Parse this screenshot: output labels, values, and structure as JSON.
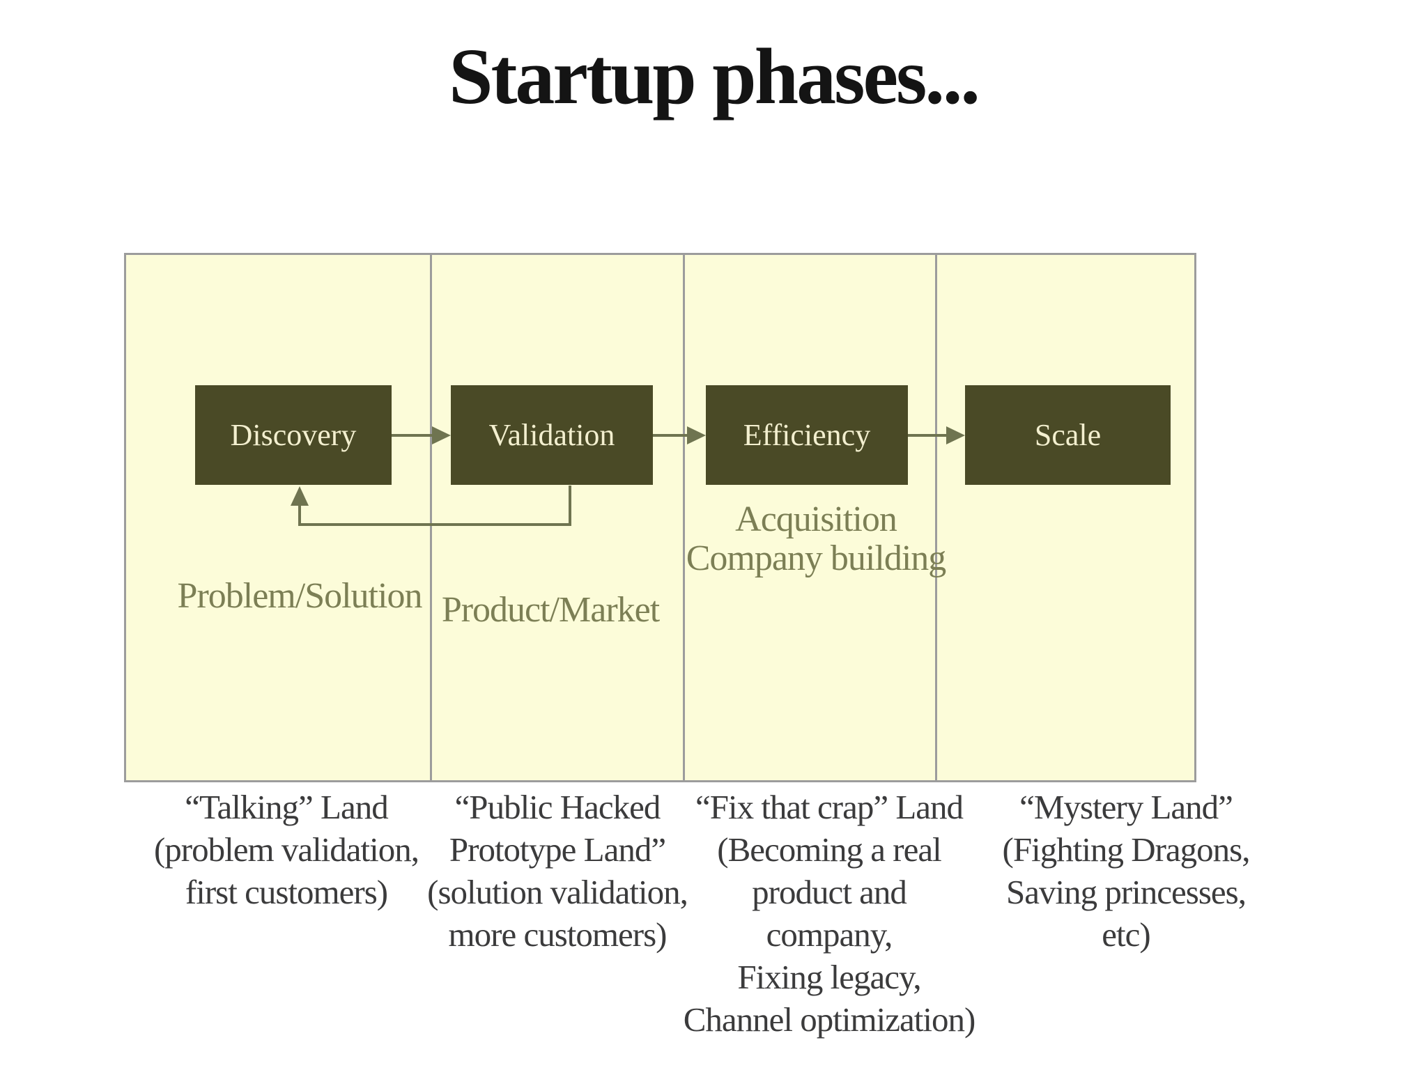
{
  "title": "Startup phases...",
  "phases": [
    {
      "label": "Discovery"
    },
    {
      "label": "Validation"
    },
    {
      "label": "Efficiency"
    },
    {
      "label": "Scale"
    }
  ],
  "stage_labels": {
    "problem_solution": "Problem/Solution",
    "product_market": "Product/Market",
    "acquisition": "Acquisition",
    "company_building": "Company building"
  },
  "lands": [
    {
      "lines": [
        "“Talking” Land",
        "(problem validation,",
        "first customers)"
      ]
    },
    {
      "lines": [
        "“Public Hacked",
        "Prototype Land”",
        "(solution validation,",
        "more customers)"
      ]
    },
    {
      "lines": [
        "“Fix that crap” Land",
        "(Becoming a real",
        "product and",
        "company,",
        "Fixing legacy,",
        "Channel optimization)"
      ]
    },
    {
      "lines": [
        "“Mystery Land”",
        "(Fighting Dragons,",
        "Saving princesses,",
        "etc)"
      ]
    }
  ],
  "colors": {
    "title_text": "#141414",
    "panel_fill": "#fcfcd9",
    "panel_border": "#9c9c9c",
    "box_fill": "#4a4a26",
    "box_text": "#f3efcf",
    "connector": "#6f7450",
    "stage_label": "#7c7f55",
    "land_text": "#3b3b3c",
    "background": "#ffffff"
  }
}
